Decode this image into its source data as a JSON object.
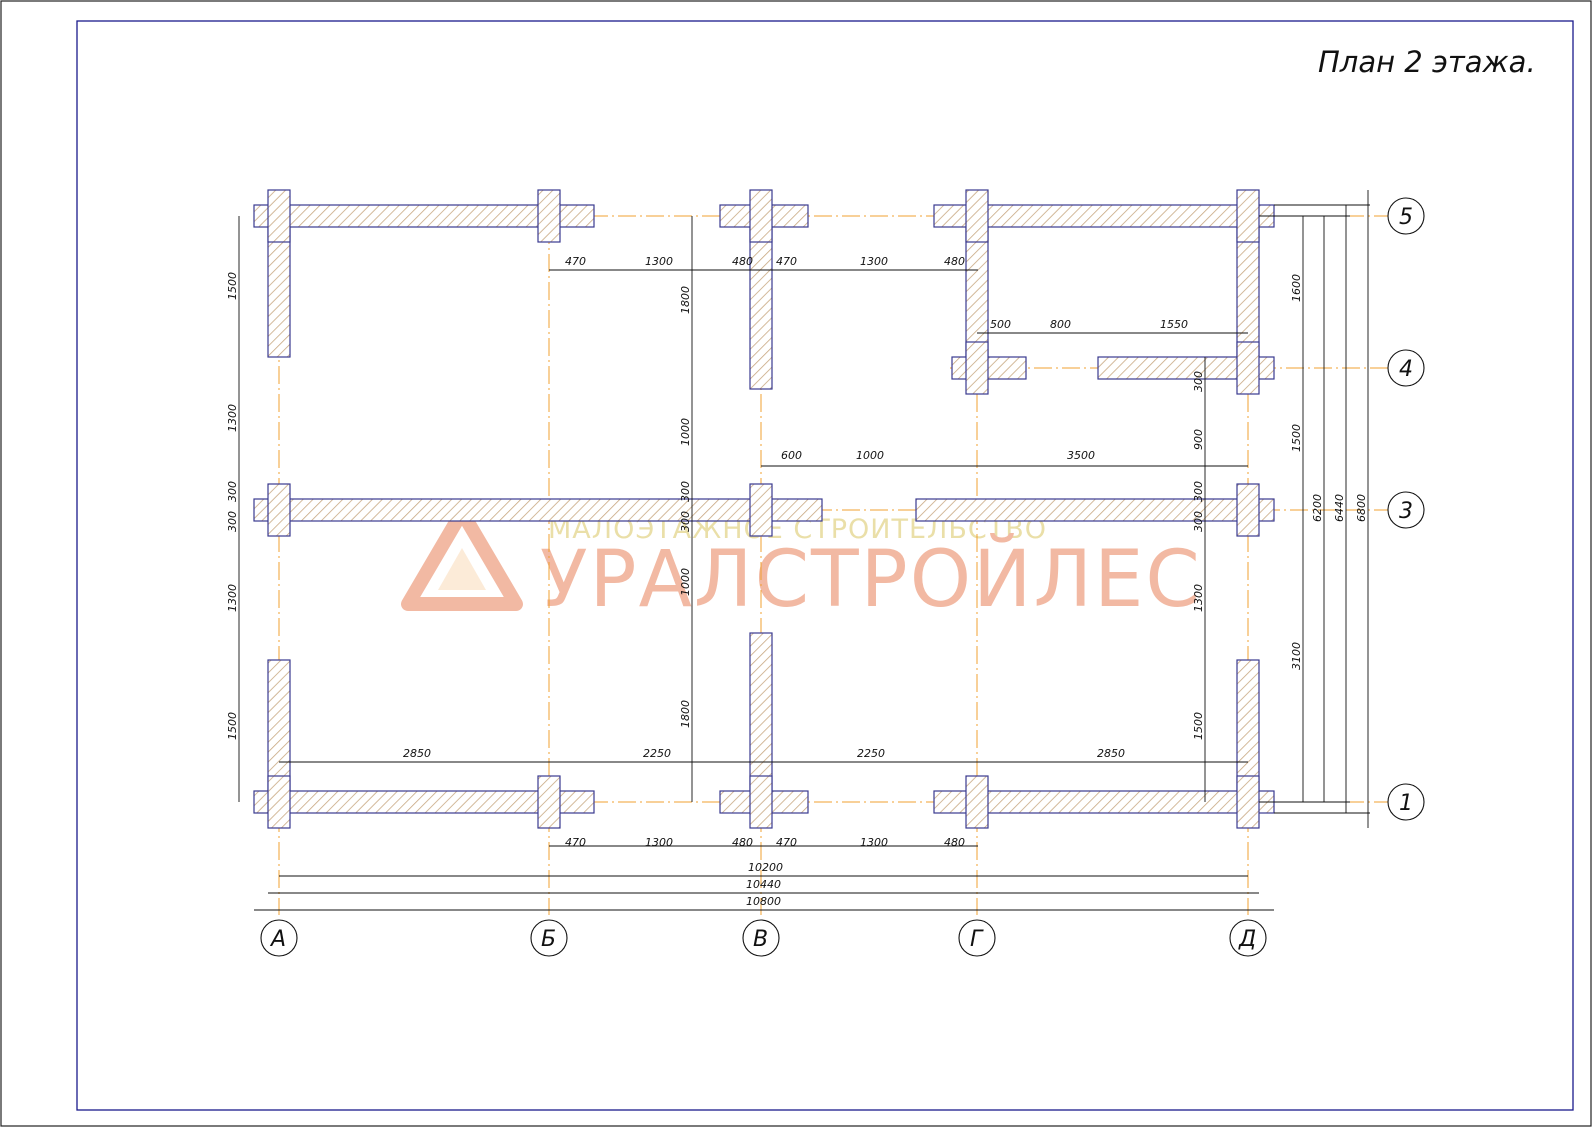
{
  "title": "План 2 этажа.",
  "watermark": {
    "small": "МАЛОЭТАЖНОЕ СТРОИТЕЛЬСТВО",
    "big": "УРАЛСТРОЙЛЕС"
  },
  "colors": {
    "frame": "#1a1a8c",
    "wall_outline": "#3a3a8f",
    "hatch": "#c8a882",
    "axis_line": "#f0a030",
    "dimension_line": "#111111",
    "watermark_big": "#f2b9a3",
    "watermark_small": "#eadfa8"
  },
  "axes": {
    "letters": [
      "А",
      "Б",
      "В",
      "Г",
      "Д"
    ],
    "numbers": [
      "5",
      "4",
      "3",
      "1"
    ]
  },
  "dimensions": {
    "top_segments": [
      "470",
      "1300",
      "480",
      "470",
      "1300",
      "480"
    ],
    "bottom_segments": [
      "470",
      "1300",
      "480",
      "470",
      "1300",
      "480"
    ],
    "upper_right_room": [
      "500",
      "800",
      "1550"
    ],
    "middle_opening": [
      "600",
      "1000",
      "3500"
    ],
    "lower_spans": [
      "2850",
      "2250",
      "2250",
      "2850"
    ],
    "overall_bottom": [
      "10200",
      "10440",
      "10800"
    ],
    "left_vertical": [
      "1500",
      "1300",
      "300",
      "300",
      "1300",
      "1500"
    ],
    "central_vertical": [
      "1800",
      "1000",
      "300",
      "300",
      "1000",
      "1800"
    ],
    "right_inner_vertical": [
      "300",
      "900",
      "300",
      "300",
      "1300",
      "1500"
    ],
    "right_outer_vertical": [
      "1600",
      "1500",
      "3100"
    ],
    "overall_right": [
      "6200",
      "6440",
      "6800"
    ]
  }
}
